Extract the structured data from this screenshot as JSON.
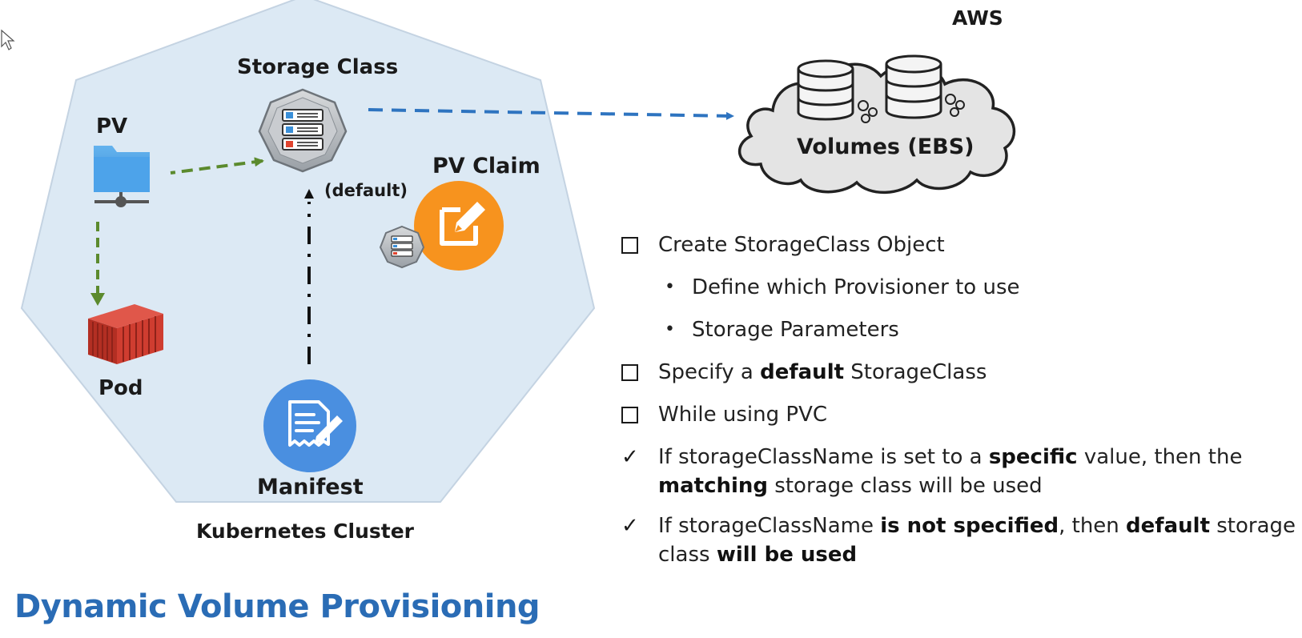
{
  "title": "Dynamic Volume Provisioning",
  "diagram": {
    "cluster_label": "Kubernetes Cluster",
    "storage_class_label": "Storage Class",
    "pv_label": "PV",
    "pv_claim_label": "PV Claim",
    "default_label": "(default)",
    "pod_label": "Pod",
    "manifest_label": "Manifest",
    "aws_label": "AWS",
    "volumes_label": "Volumes (EBS)"
  },
  "bullets": [
    {
      "marker": "box",
      "parts": [
        {
          "text": "Create StorageClass Object",
          "bold": false
        }
      ]
    },
    {
      "marker": "dot",
      "indent": true,
      "parts": [
        {
          "text": "Define which Provisioner to use",
          "bold": false
        }
      ]
    },
    {
      "marker": "dot",
      "indent": true,
      "parts": [
        {
          "text": "Storage Parameters",
          "bold": false
        }
      ]
    },
    {
      "marker": "box",
      "parts": [
        {
          "text": "Specify a ",
          "bold": false
        },
        {
          "text": "default",
          "bold": true
        },
        {
          "text": " StorageClass",
          "bold": false
        }
      ]
    },
    {
      "marker": "box",
      "parts": [
        {
          "text": "While using PVC",
          "bold": false
        }
      ]
    },
    {
      "marker": "check",
      "parts": [
        {
          "text": "If storageClassName is set to a ",
          "bold": false
        },
        {
          "text": "specific",
          "bold": true
        },
        {
          "text": " value, then the ",
          "bold": false
        },
        {
          "text": "matching",
          "bold": true
        },
        {
          "text": " storage class will be used",
          "bold": false
        }
      ]
    },
    {
      "marker": "check",
      "parts": [
        {
          "text": "If storageClassName ",
          "bold": false
        },
        {
          "text": "is not specified",
          "bold": true
        },
        {
          "text": ", then ",
          "bold": false
        },
        {
          "text": "default",
          "bold": true
        },
        {
          "text": " storage class ",
          "bold": false
        },
        {
          "text": "will be used",
          "bold": true
        }
      ]
    }
  ],
  "colors": {
    "cluster_fill": "#dce9f4",
    "title": "#2a6cb5",
    "blue_arrow": "#2e74c0",
    "green_arrow": "#5b8a2d",
    "pv_claim": "#f7931e",
    "manifest": "#4a8fe0",
    "pod": "#c9382b"
  }
}
